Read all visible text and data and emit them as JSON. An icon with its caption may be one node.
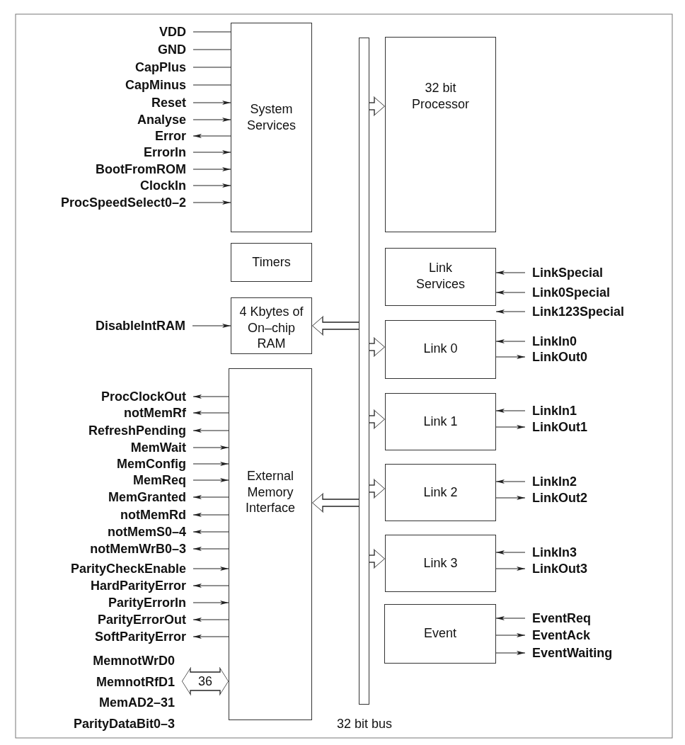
{
  "diagram": {
    "nodes": [
      {
        "text": [
          "System Services"
        ]
      },
      {
        "text": [
          "Timers"
        ]
      },
      {
        "text": [
          "4 Kbytes of On–chip RAM"
        ]
      },
      {
        "text": [
          "External Memory Interface"
        ]
      },
      {
        "text": [
          "32 bit Processor"
        ]
      },
      {
        "text": [
          "Link Services"
        ]
      },
      {
        "text": [
          "Link 0"
        ]
      },
      {
        "text": [
          "Link 1"
        ]
      },
      {
        "text": [
          "Link 2"
        ]
      },
      {
        "text": [
          "Link 3"
        ]
      },
      {
        "text": [
          "Event"
        ]
      },
      {
        "text": [],
        "shape": "bar"
      },
      {
        "text": [
          "VDD"
        ]
      },
      {
        "text": [
          "GND"
        ]
      },
      {
        "text": [
          "CapPlus"
        ]
      },
      {
        "text": [
          "CapMinus"
        ]
      },
      {
        "text": [
          "Reset"
        ]
      },
      {
        "text": [
          "Analyse"
        ]
      },
      {
        "text": [
          "Error"
        ]
      },
      {
        "text": [
          "ErrorIn"
        ]
      },
      {
        "text": [
          "BootFromROM"
        ]
      },
      {
        "text": [
          "ClockIn"
        ]
      },
      {
        "text": [
          "ProcSpeedSelect0–2"
        ]
      },
      {
        "text": [
          "DisableIntRAM"
        ]
      },
      {
        "text": [
          "ProcClockOut"
        ]
      },
      {
        "text": [
          "notMemRf"
        ]
      },
      {
        "text": [
          "RefreshPending"
        ]
      },
      {
        "text": [
          "MemWait"
        ]
      },
      {
        "text": [
          "MemConfig"
        ]
      },
      {
        "text": [
          "MemReq"
        ]
      },
      {
        "text": [
          "MemGranted"
        ]
      },
      {
        "text": [
          "notMemRd"
        ]
      },
      {
        "text": [
          "notMemS0–4"
        ]
      },
      {
        "text": [
          "notMemWrB0–3"
        ]
      },
      {
        "text": [
          "ParityCheckEnable"
        ]
      },
      {
        "text": [
          "HardParityError"
        ]
      },
      {
        "text": [
          "ParityErrorIn"
        ]
      },
      {
        "text": [
          "ParityErrorOut"
        ]
      },
      {
        "text": [
          "SoftParityError"
        ]
      },
      {
        "text": [
          "MemnotWrD0",
          "MemnotRfD1",
          "MemAD2–31",
          "ParityDataBit0–3"
        ]
      },
      {
        "text": [
          "LinkSpecial"
        ]
      },
      {
        "text": [
          "Link0Special"
        ]
      },
      {
        "text": [
          "Link123Special"
        ]
      },
      {
        "text": [
          "LinkIn0"
        ]
      },
      {
        "text": [
          "LinkOut0"
        ]
      },
      {
        "text": [
          "LinkIn1"
        ]
      },
      {
        "text": [
          "LinkOut1"
        ]
      },
      {
        "text": [
          "LinkIn2"
        ]
      },
      {
        "text": [
          "LinkOut2"
        ]
      },
      {
        "text": [
          "LinkIn3"
        ]
      },
      {
        "text": [
          "LinkOut3"
        ]
      },
      {
        "text": [
          "EventReq"
        ]
      },
      {
        "text": [
          "EventAck"
        ]
      },
      {
        "text": [
          "EventWaiting"
        ]
      }
    ],
    "edges": [
      {
        "from": 12,
        "to": 0,
        "arrow": "none"
      },
      {
        "from": 13,
        "to": 0,
        "arrow": "none"
      },
      {
        "from": 14,
        "to": 0,
        "arrow": "none"
      },
      {
        "from": 15,
        "to": 0,
        "arrow": "none"
      },
      {
        "from": 16,
        "to": 0,
        "arrow": "to"
      },
      {
        "from": 17,
        "to": 0,
        "arrow": "to"
      },
      {
        "from": 0,
        "to": 18,
        "arrow": "to"
      },
      {
        "from": 19,
        "to": 0,
        "arrow": "to"
      },
      {
        "from": 20,
        "to": 0,
        "arrow": "to"
      },
      {
        "from": 21,
        "to": 0,
        "arrow": "to"
      },
      {
        "from": 22,
        "to": 0,
        "arrow": "to"
      },
      {
        "from": 23,
        "to": 2,
        "arrow": "to"
      },
      {
        "from": 3,
        "to": 24,
        "arrow": "to"
      },
      {
        "from": 3,
        "to": 25,
        "arrow": "to"
      },
      {
        "from": 3,
        "to": 26,
        "arrow": "to"
      },
      {
        "from": 27,
        "to": 3,
        "arrow": "to"
      },
      {
        "from": 28,
        "to": 3,
        "arrow": "to"
      },
      {
        "from": 29,
        "to": 3,
        "arrow": "to"
      },
      {
        "from": 3,
        "to": 30,
        "arrow": "to"
      },
      {
        "from": 3,
        "to": 31,
        "arrow": "to"
      },
      {
        "from": 3,
        "to": 32,
        "arrow": "to"
      },
      {
        "from": 3,
        "to": 33,
        "arrow": "to"
      },
      {
        "from": 34,
        "to": 3,
        "arrow": "to"
      },
      {
        "from": 3,
        "to": 35,
        "arrow": "to"
      },
      {
        "from": 36,
        "to": 3,
        "arrow": "to"
      },
      {
        "from": 3,
        "to": 37,
        "arrow": "to"
      },
      {
        "from": 3,
        "to": 38,
        "arrow": "to"
      },
      {
        "from": 39,
        "to": 3,
        "arrow": "both",
        "style": "thick",
        "label": "36"
      },
      {
        "from": 40,
        "to": 5,
        "arrow": "to"
      },
      {
        "from": 41,
        "to": 5,
        "arrow": "to"
      },
      {
        "from": 42,
        "to": 5,
        "arrow": "to"
      },
      {
        "from": 43,
        "to": 6,
        "arrow": "to"
      },
      {
        "from": 6,
        "to": 44,
        "arrow": "to"
      },
      {
        "from": 45,
        "to": 7,
        "arrow": "to"
      },
      {
        "from": 7,
        "to": 46,
        "arrow": "to"
      },
      {
        "from": 47,
        "to": 8,
        "arrow": "to"
      },
      {
        "from": 8,
        "to": 48,
        "arrow": "to"
      },
      {
        "from": 49,
        "to": 9,
        "arrow": "to"
      },
      {
        "from": 9,
        "to": 50,
        "arrow": "to"
      },
      {
        "from": 51,
        "to": 10,
        "arrow": "to"
      },
      {
        "from": 10,
        "to": 52,
        "arrow": "to"
      },
      {
        "from": 10,
        "to": 53,
        "arrow": "to"
      },
      {
        "from": 11,
        "to": 4,
        "arrow": "to",
        "style": "thick"
      },
      {
        "from": 11,
        "to": 2,
        "arrow": "to",
        "style": "thick"
      },
      {
        "from": 11,
        "to": 3,
        "arrow": "to",
        "style": "thick"
      },
      {
        "from": 11,
        "to": 6,
        "arrow": "to",
        "style": "thick"
      },
      {
        "from": 11,
        "to": 7,
        "arrow": "to",
        "style": "thick"
      },
      {
        "from": 11,
        "to": 8,
        "arrow": "to",
        "style": "thick"
      },
      {
        "from": 11,
        "to": 9,
        "arrow": "to",
        "style": "thick"
      }
    ],
    "labels": [
      "32 bit bus"
    ]
  }
}
